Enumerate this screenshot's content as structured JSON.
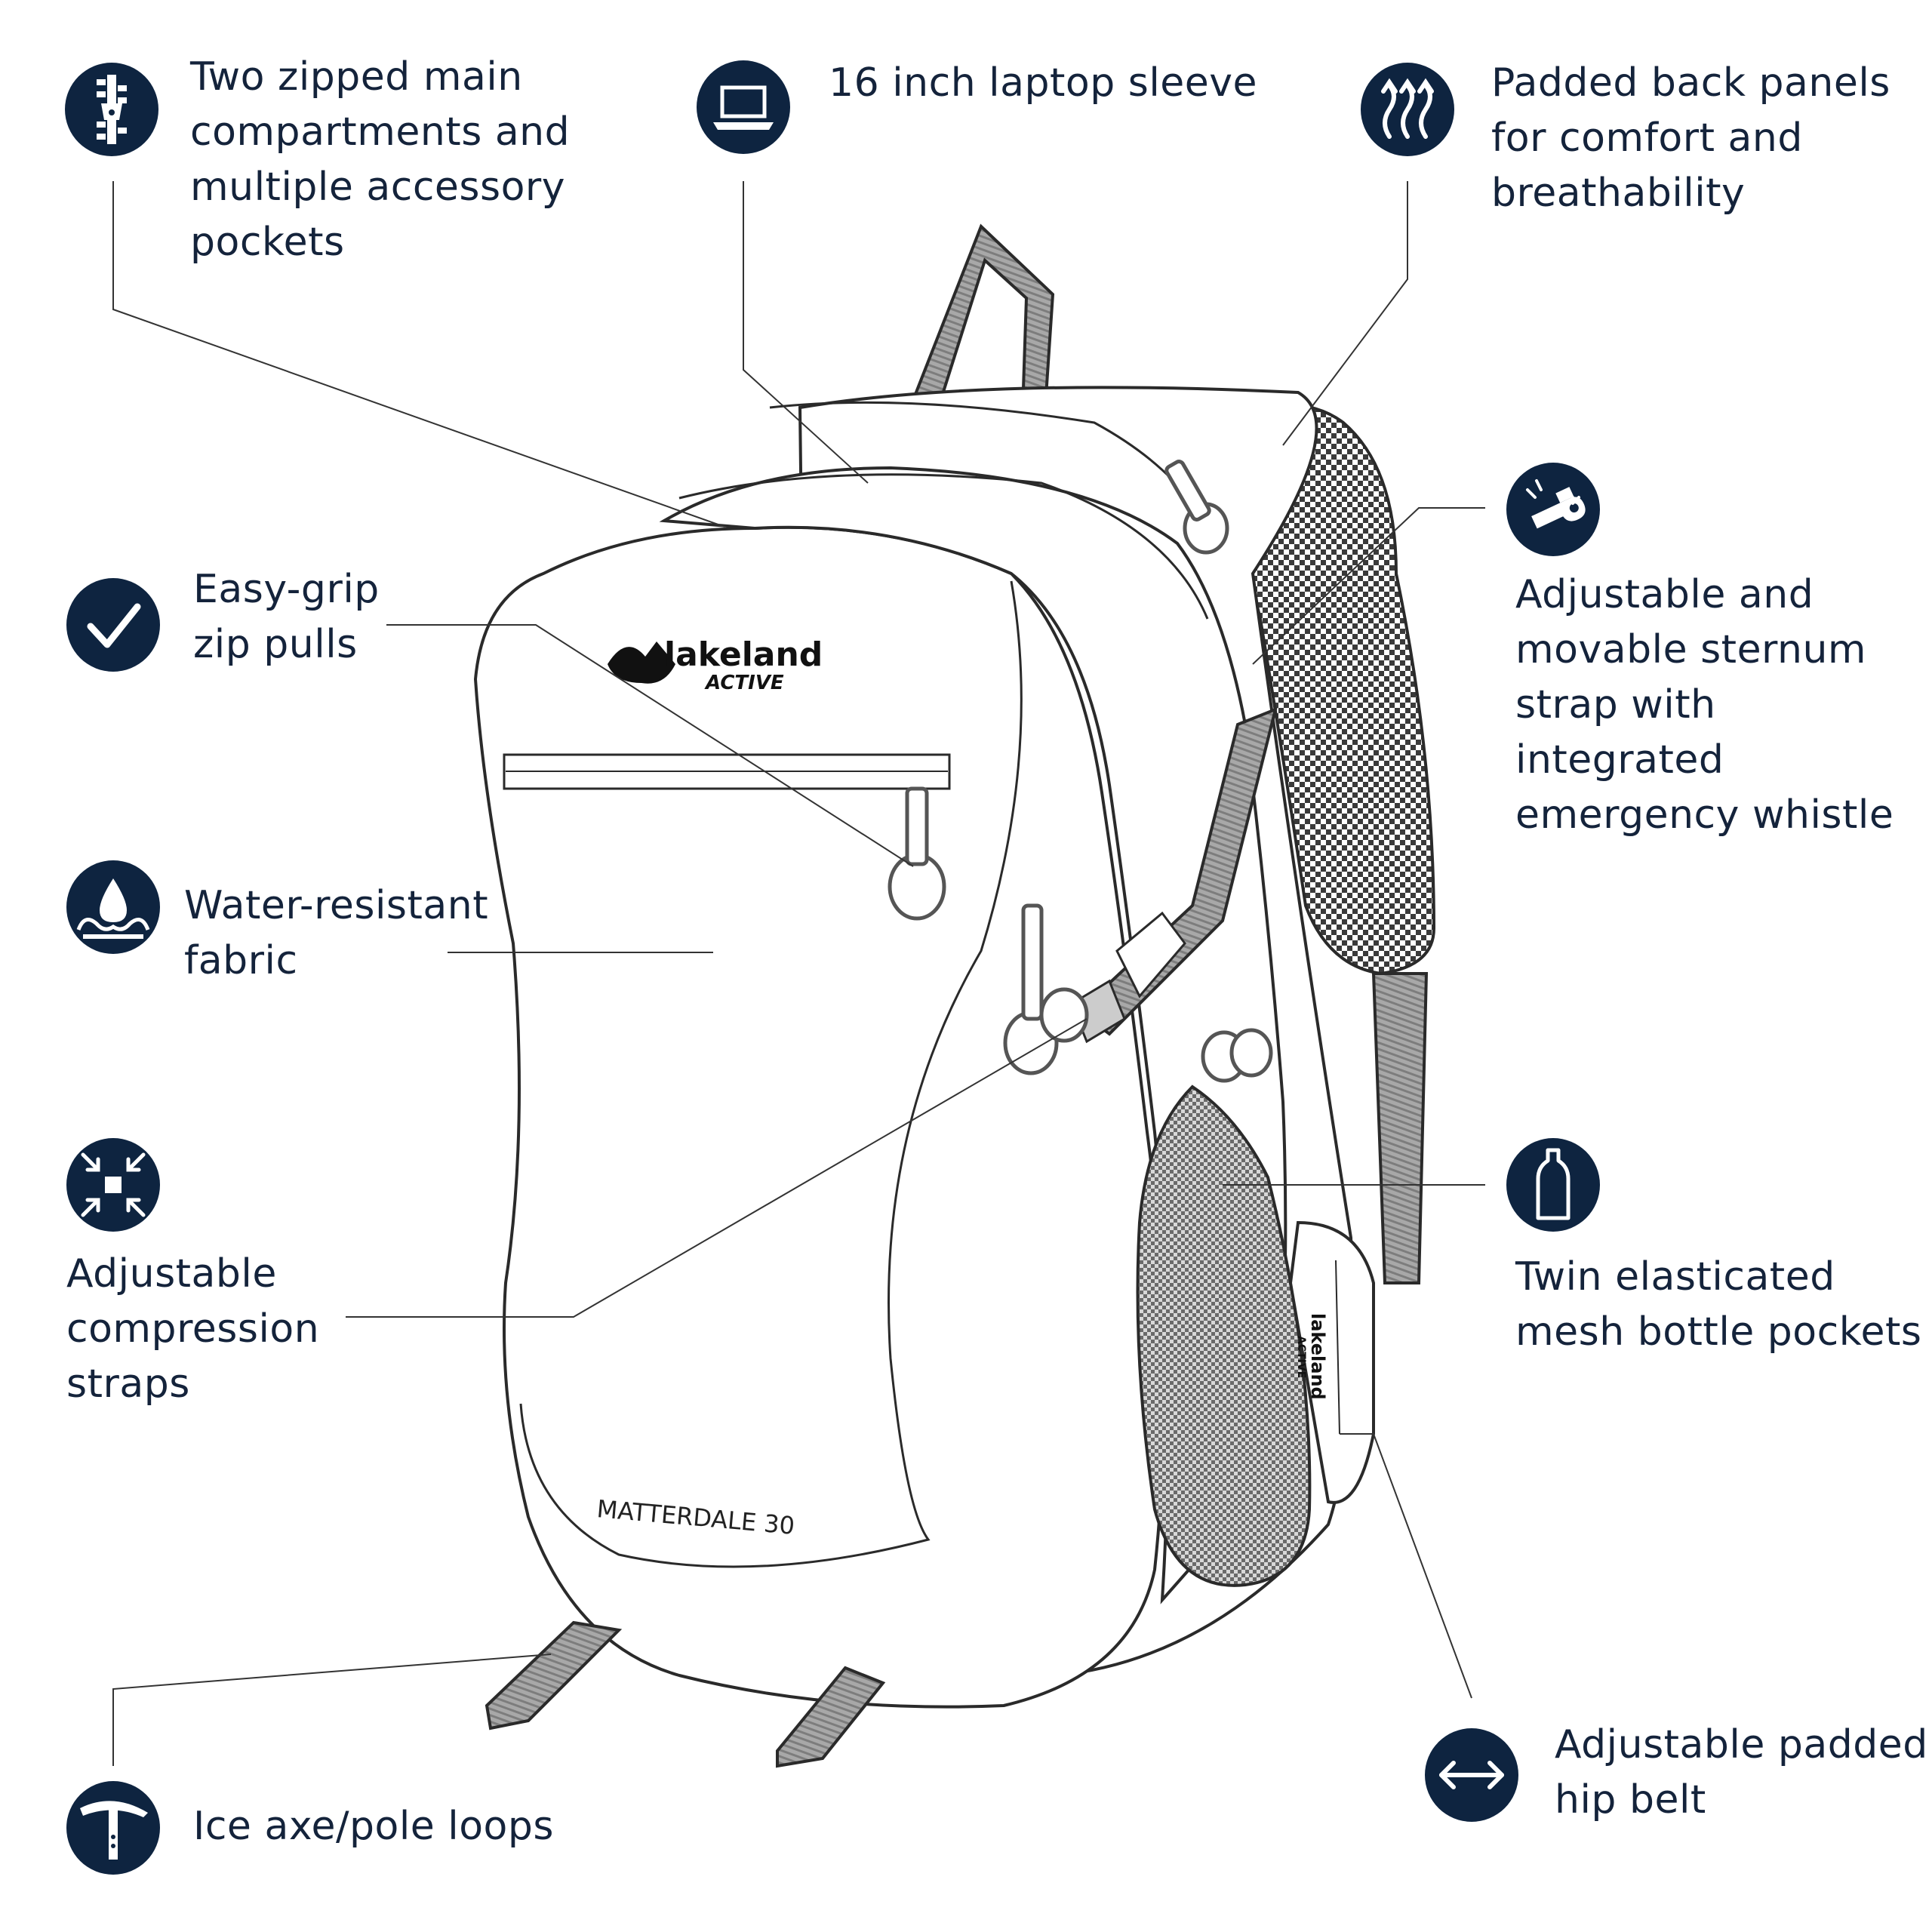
{
  "colors": {
    "icon_fill": "#0e2440",
    "label_text": "#14233b",
    "strap_fill": "#9a9a9a",
    "outline": "#2a2a2a",
    "mesh": "#cfcfcf"
  },
  "brand": {
    "logo_word": "lakeland",
    "logo_sub": "ACTIVE",
    "model_name": "MATTERDALE 30"
  },
  "features": [
    {
      "id": "zipped-compartments",
      "icon": "zipper-icon",
      "text": "Two zipped main\ncompartments and\nmultiple accessory\npockets"
    },
    {
      "id": "laptop-sleeve",
      "icon": "laptop-icon",
      "text": "16 inch laptop sleeve"
    },
    {
      "id": "padded-back",
      "icon": "airflow-icon",
      "text": "Padded back panels\nfor comfort and\nbreathability"
    },
    {
      "id": "zip-pulls",
      "icon": "checkmark-icon",
      "text": "Easy-grip\nzip pulls"
    },
    {
      "id": "sternum-strap",
      "icon": "whistle-icon",
      "text": "Adjustable and\nmovable sternum\nstrap with\nintegrated\nemergency whistle"
    },
    {
      "id": "water-resistant",
      "icon": "water-drop-icon",
      "text": "Water-resistant\nfabric"
    },
    {
      "id": "compression-straps",
      "icon": "compress-arrows-icon",
      "text": "Adjustable\ncompression\nstraps"
    },
    {
      "id": "bottle-pockets",
      "icon": "bottle-icon",
      "text": "Twin elasticated\nmesh bottle pockets"
    },
    {
      "id": "ice-axe-loops",
      "icon": "ice-axe-icon",
      "text": "Ice axe/pole loops"
    },
    {
      "id": "hip-belt",
      "icon": "double-arrow-icon",
      "text": "Adjustable padded\nhip belt"
    }
  ]
}
